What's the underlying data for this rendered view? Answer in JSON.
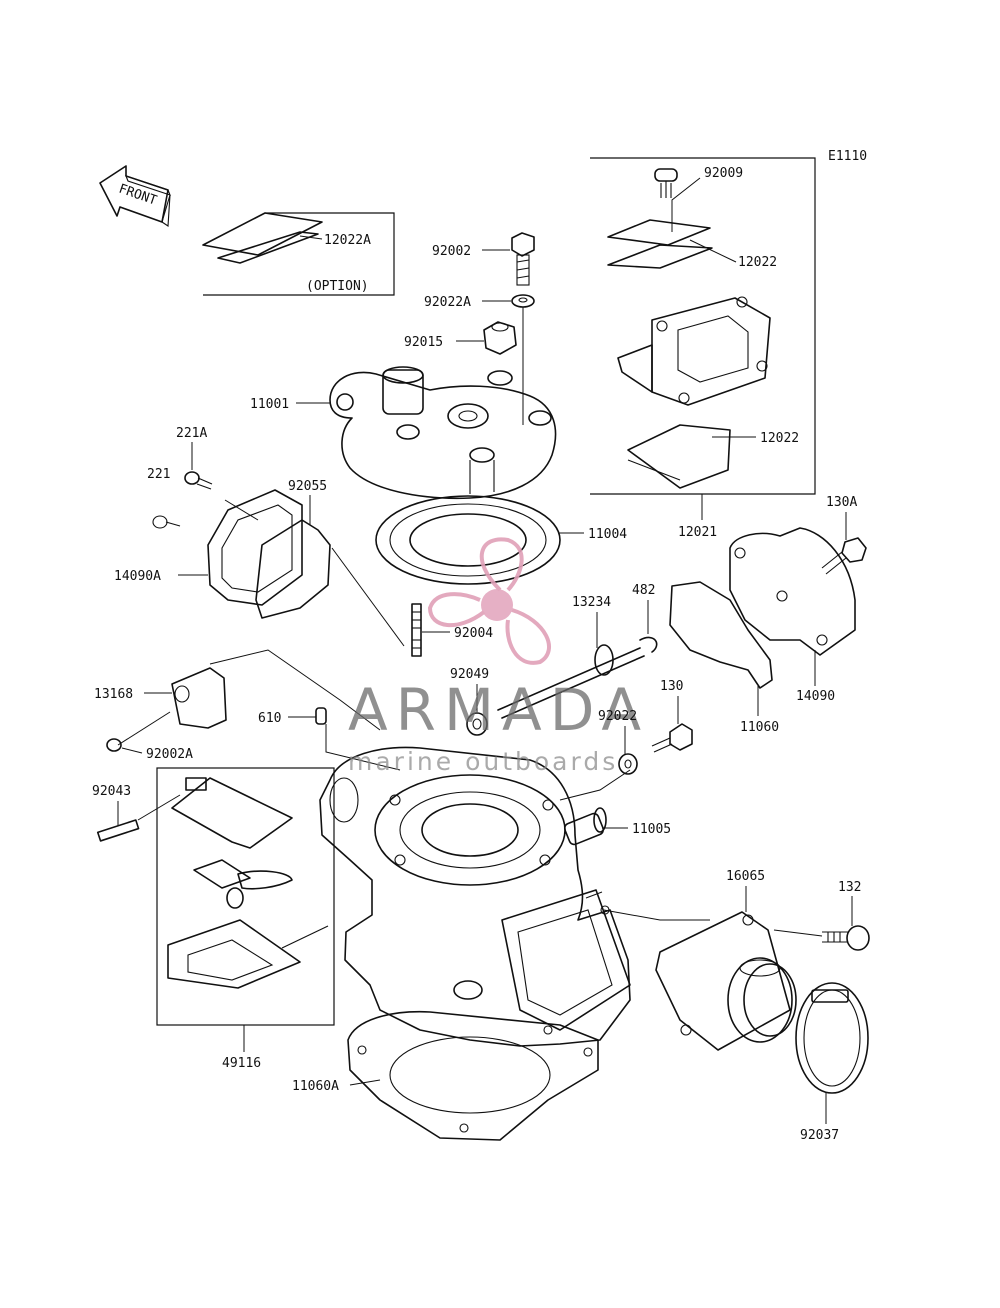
{
  "diagram": {
    "code": "E1110",
    "front_label": "FRONT",
    "option_label": "(OPTION)",
    "colors": {
      "line": "#111111",
      "watermark_text": "#6a6a6a",
      "watermark_logo": "#e0a0b8"
    }
  },
  "watermark": {
    "brand": "ARMADA",
    "tagline": "marine outboards"
  },
  "parts": [
    {
      "id": "p-92009",
      "label": "92009"
    },
    {
      "id": "p-12022A",
      "label": "12022A"
    },
    {
      "id": "p-92002",
      "label": "92002"
    },
    {
      "id": "p-12022-top",
      "label": "12022"
    },
    {
      "id": "p-92022A",
      "label": "92022A"
    },
    {
      "id": "p-92015",
      "label": "92015"
    },
    {
      "id": "p-11001",
      "label": "11001"
    },
    {
      "id": "p-12022-bot",
      "label": "12022"
    },
    {
      "id": "p-221A",
      "label": "221A"
    },
    {
      "id": "p-221",
      "label": "221"
    },
    {
      "id": "p-92055",
      "label": "92055"
    },
    {
      "id": "p-130A",
      "label": "130A"
    },
    {
      "id": "p-11004",
      "label": "11004"
    },
    {
      "id": "p-12021",
      "label": "12021"
    },
    {
      "id": "p-14090A",
      "label": "14090A"
    },
    {
      "id": "p-13234",
      "label": "13234"
    },
    {
      "id": "p-482",
      "label": "482"
    },
    {
      "id": "p-92004",
      "label": "92004"
    },
    {
      "id": "p-92049",
      "label": "92049"
    },
    {
      "id": "p-13168",
      "label": "13168"
    },
    {
      "id": "p-130",
      "label": "130"
    },
    {
      "id": "p-14090",
      "label": "14090"
    },
    {
      "id": "p-610",
      "label": "610"
    },
    {
      "id": "p-92022",
      "label": "92022"
    },
    {
      "id": "p-11060",
      "label": "11060"
    },
    {
      "id": "p-92002A",
      "label": "92002A"
    },
    {
      "id": "p-92043",
      "label": "92043"
    },
    {
      "id": "p-11005",
      "label": "11005"
    },
    {
      "id": "p-16065",
      "label": "16065"
    },
    {
      "id": "p-132",
      "label": "132"
    },
    {
      "id": "p-49116",
      "label": "49116"
    },
    {
      "id": "p-11060A",
      "label": "11060A"
    },
    {
      "id": "p-92037",
      "label": "92037"
    }
  ]
}
